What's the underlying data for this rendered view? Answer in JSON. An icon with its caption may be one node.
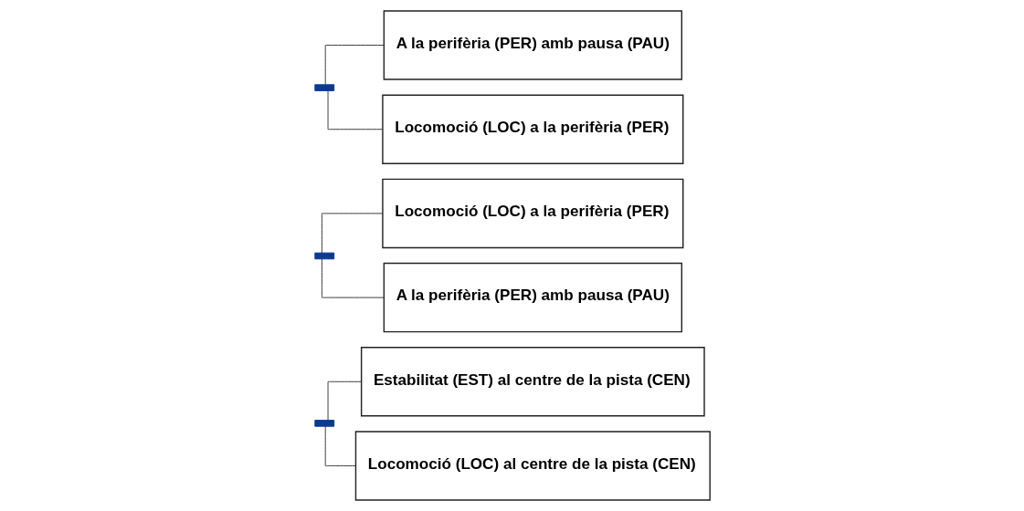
{
  "diagram": {
    "nodes": [
      {
        "text": [],
        "shape": "bar"
      },
      {
        "text": [
          "A la perifèria (PER) amb pausa (PAU)"
        ]
      },
      {
        "text": [
          "Locomoció (LOC) a la perifèria (PER)"
        ]
      },
      {
        "text": [],
        "shape": "bar"
      },
      {
        "text": [
          "Locomoció (LOC) a la perifèria (PER)"
        ]
      },
      {
        "text": [
          "A la perifèria (PER) amb pausa (PAU)"
        ]
      },
      {
        "text": [],
        "shape": "bar"
      },
      {
        "text": [
          "Estabilitat (EST) al centre de la pista (CEN)"
        ]
      },
      {
        "text": [
          "Locomoció (LOC) al centre de la pista (CEN)"
        ]
      }
    ],
    "edges": [
      {
        "from": 0,
        "to": 1,
        "arrow": "none"
      },
      {
        "from": 0,
        "to": 2,
        "arrow": "none"
      },
      {
        "from": 3,
        "to": 4,
        "arrow": "none"
      },
      {
        "from": 3,
        "to": 5,
        "arrow": "none"
      },
      {
        "from": 6,
        "to": 7,
        "arrow": "none"
      },
      {
        "from": 6,
        "to": 8,
        "arrow": "none"
      }
    ]
  }
}
